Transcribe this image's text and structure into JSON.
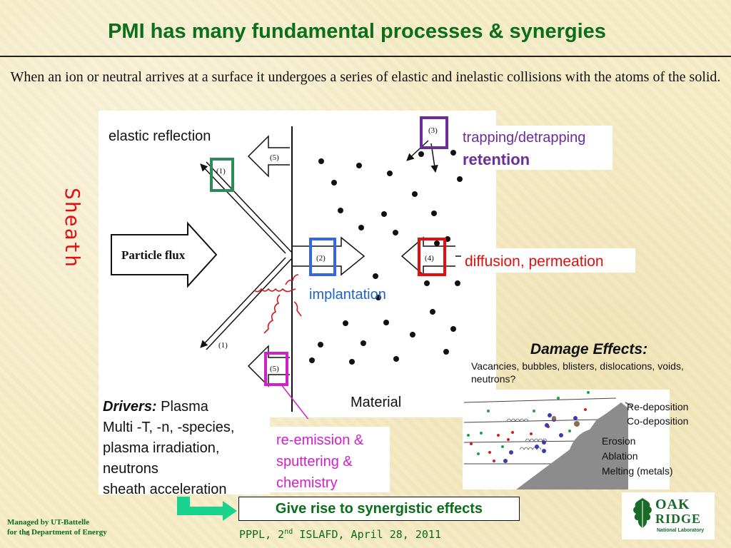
{
  "title": "PMI has many fundamental processes & synergies",
  "intro": "When an ion or neutral arrives at a surface it undergoes a series of elastic and inelastic collisions with the atoms of the solid.",
  "diagram": {
    "elastic_label": "elastic reflection",
    "particle_flux": "Particle flux",
    "sheath": "Sheath",
    "trapping_label": "trapping/detrapping",
    "retention_label": "retention",
    "diffusion_label": "diffusion, permeation",
    "implantation_label": "implantation",
    "material_label": "Material",
    "process_markers": [
      "(1)",
      "(1)",
      "(2)",
      "(3)",
      "(4)",
      "(5)",
      "(5)"
    ]
  },
  "drivers": {
    "heading": "Drivers:",
    "plasma": "Plasma",
    "line1": "Multi -T, -n, -species,",
    "line2": "plasma irradiation,",
    "line3": "neutrons",
    "line4": "sheath acceleration"
  },
  "reemission": {
    "line1": "re-emission &",
    "line2": "sputtering &",
    "line3": "chemistry"
  },
  "damage": {
    "title": "Damage Effects:",
    "text": "Vacancies, bubbles, blisters, dislocations, voids, neutrons?"
  },
  "inset": {
    "redeposition": "Re-deposition",
    "codeposition": "Co-deposition",
    "erosion": "Erosion",
    "ablation": "Ablation",
    "melting": "Melting (metals)"
  },
  "synergy": "Give rise to synergistic effects",
  "managed": {
    "line1": "Managed by UT-Battelle",
    "line2": "for the Department of Energy",
    "page_number": "4"
  },
  "footer": {
    "before": "PPPL, 2",
    "sup": "nd",
    "after": " ISLAFD, April 28, 2011"
  },
  "logo": {
    "oak": "OAK",
    "ridge": "RIDGE",
    "lab": "National Laboratory"
  },
  "colors": {
    "title_green": "#0a6e1a",
    "box1_green": "#2e8b57",
    "box2_blue": "#3366e6",
    "box3_purple": "#6a2d9a",
    "box4_red": "#e01010",
    "box5_magenta": "#d020c8"
  }
}
